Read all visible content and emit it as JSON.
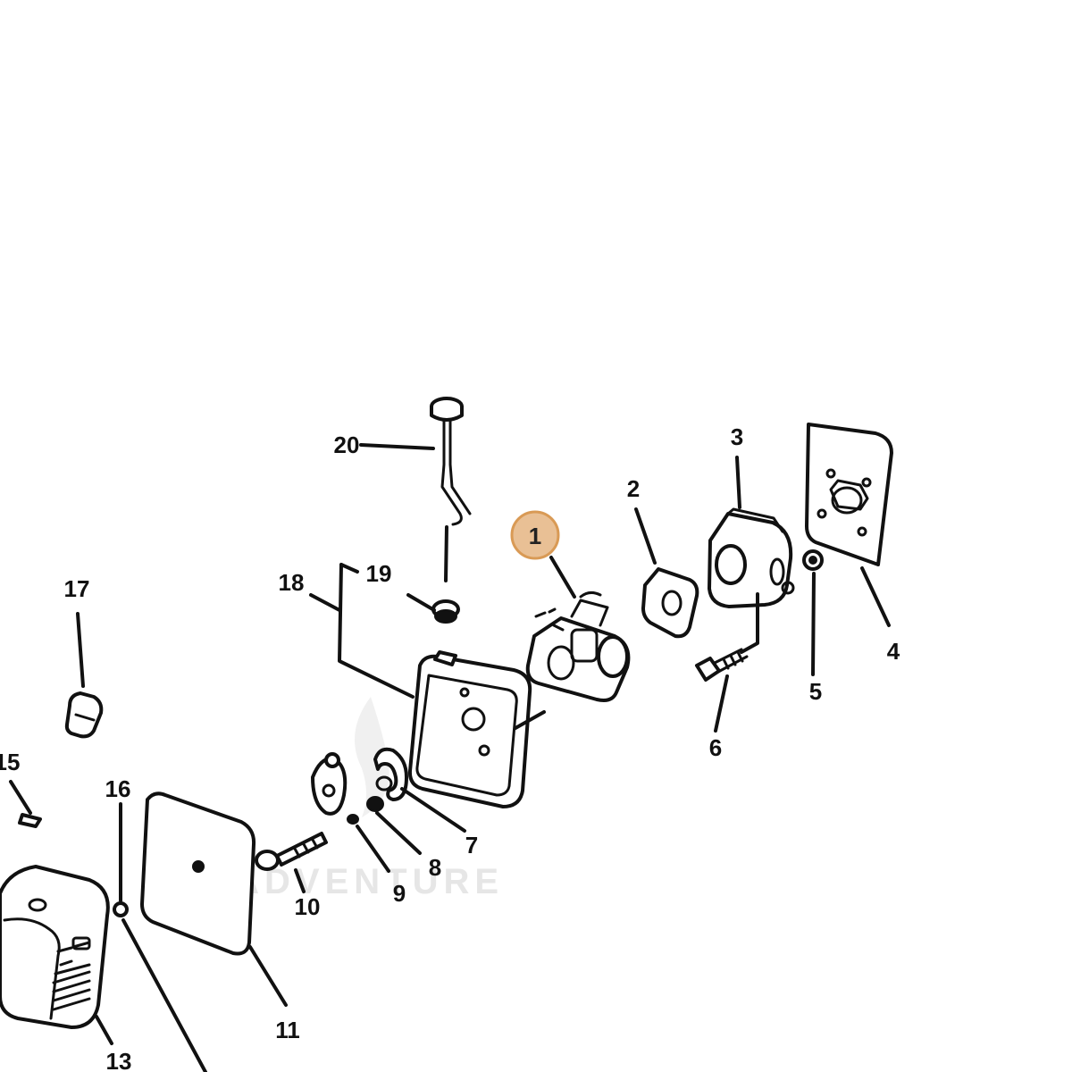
{
  "highlight": {
    "part_number": "1",
    "fill_color": "#e9c095",
    "ring_color": "#d99a55"
  },
  "watermark": {
    "text": "LEADVENTURE"
  },
  "callouts": {
    "n1": "1",
    "n2": "2",
    "n3": "3",
    "n4": "4",
    "n5": "5",
    "n6": "6",
    "n7": "7",
    "n8": "8",
    "n9": "9",
    "n10": "10",
    "n11": "11",
    "n13": "13",
    "n15": "15",
    "n16": "16",
    "n17": "17",
    "n18": "18",
    "n19": "19",
    "n20": "20"
  }
}
